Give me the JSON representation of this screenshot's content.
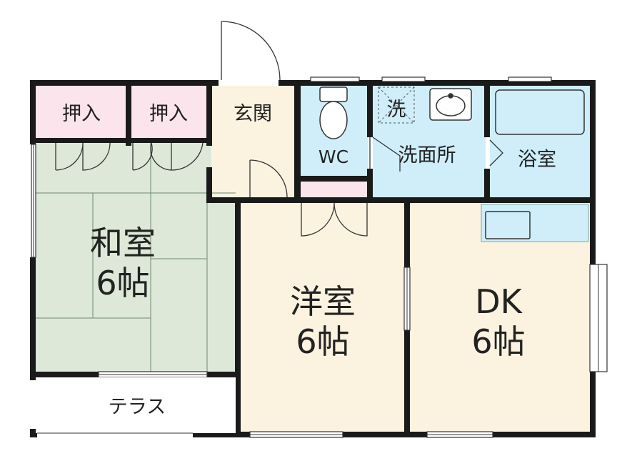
{
  "rooms": {
    "oshiire_1": "押入",
    "oshiire_2": "押入",
    "genkan": "玄関",
    "wc": "WC",
    "sink_mark": "洗",
    "senmenjo": "洗面所",
    "yokushitsu": "浴室",
    "washitsu_name": "和室",
    "washitsu_size": "6帖",
    "yoshitsu_name": "洋室",
    "yoshitsu_size": "6帖",
    "dk_name": "DK",
    "dk_size": "6帖",
    "terrace": "テラス"
  },
  "colors": {
    "wall": "#1a1a1a",
    "tatami": "#dde8d8",
    "floor": "#fbf3e0",
    "wet": "#cfeefa",
    "closet": "#fce4ec",
    "terrace": "#ffffff"
  }
}
